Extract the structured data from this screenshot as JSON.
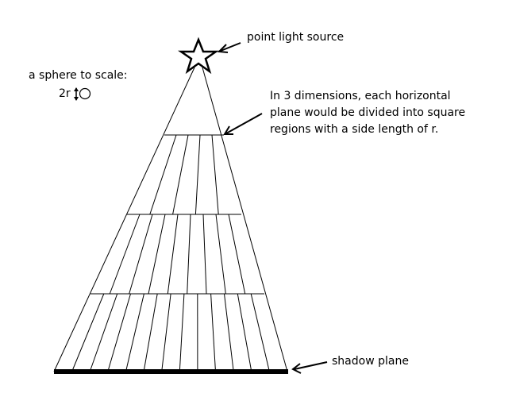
{
  "labels": {
    "point_light_source": "point light source",
    "sphere_scale": "a sphere to scale:",
    "two_r": "2r",
    "note_lines": [
      "In 3 dimensions, each horizontal",
      "plane would be divided into square",
      "regions with a side length of r."
    ],
    "shadow_plane": "shadow plane"
  },
  "colors": {
    "ink": "#000000",
    "background": "#ffffff"
  },
  "icons": {
    "light": "star-icon",
    "double_arrow": "double-arrow-icon",
    "sphere": "circle-icon"
  }
}
